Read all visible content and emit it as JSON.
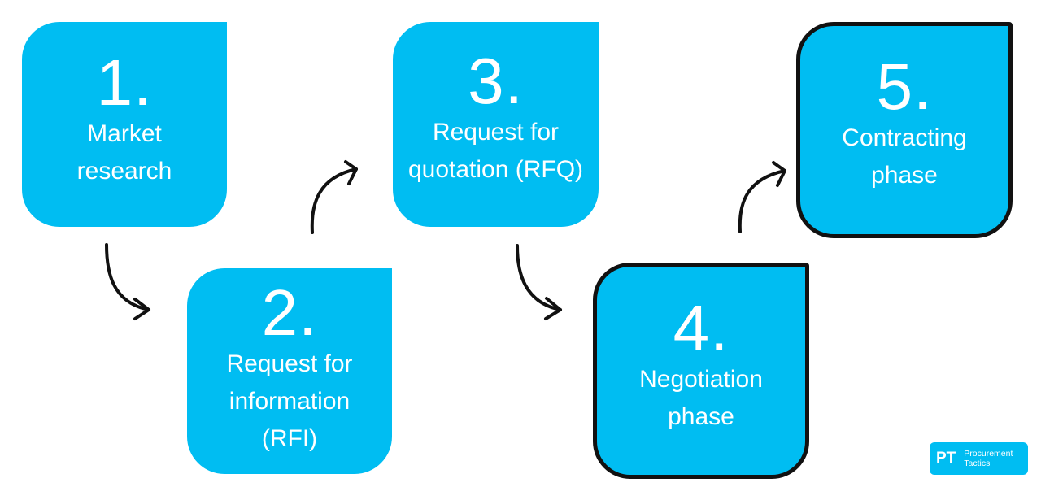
{
  "steps": [
    {
      "number": "1.",
      "label_lines": [
        "Market",
        "research"
      ]
    },
    {
      "number": "2.",
      "label_lines": [
        "Request for",
        "information",
        "(RFI)"
      ]
    },
    {
      "number": "3.",
      "label_lines": [
        "Request for",
        "quotation (RFQ)"
      ]
    },
    {
      "number": "4.",
      "label_lines": [
        "Negotiation",
        "phase"
      ]
    },
    {
      "number": "5.",
      "label_lines": [
        "Contracting",
        "phase"
      ]
    }
  ],
  "logo": {
    "mark": "PT",
    "words": [
      "Procurement",
      "Tactics"
    ]
  },
  "colors": {
    "box_fill": "#00bdf2",
    "box_text": "#ffffff",
    "outline": "#111111",
    "arrow": "#111111"
  }
}
